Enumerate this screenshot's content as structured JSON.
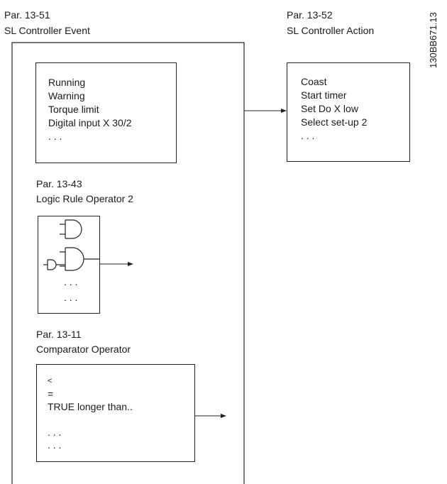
{
  "event": {
    "par_label": "Par. 13-51",
    "title": "SL Controller Event",
    "items": [
      "Running",
      "Warning",
      "Torque limit",
      "Digital input X 30/2",
      ". . ."
    ]
  },
  "action": {
    "par_label": "Par. 13-52",
    "title": "SL Controller Action",
    "items": [
      "Coast",
      "Start timer",
      "Set Do X low",
      "Select set-up 2",
      ". . ."
    ]
  },
  "logic": {
    "par_label": "Par. 13-43",
    "title": "Logic Rule Operator 2",
    "items": [
      ". . .",
      ". . ."
    ]
  },
  "comparator": {
    "par_label": "Par. 13-11",
    "title": "Comparator Operator",
    "items": [
      "<",
      "=",
      "TRUE longer than..",
      "",
      ". . .",
      ". . ."
    ]
  },
  "figure_id": "130BB671.13"
}
